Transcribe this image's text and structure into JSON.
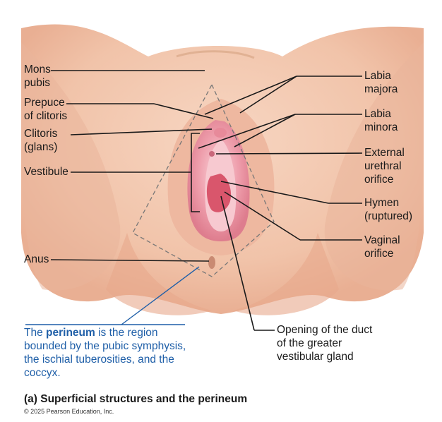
{
  "labels": {
    "mons_pubis": "Mons\npubis",
    "prepuce": "Prepuce\nof clitoris",
    "clitoris": "Clitoris\n(glans)",
    "vestibule": "Vestibule",
    "anus": "Anus",
    "labia_majora": "Labia\nmajora",
    "labia_minora": "Labia\nminora",
    "urethral_orifice": "External\nurethral\norifice",
    "hymen": "Hymen\n(ruptured)",
    "vaginal_orifice": "Vaginal\norifice",
    "duct_opening": "Opening of the duct\nof the greater\nvestibular gland"
  },
  "note": {
    "before": "The ",
    "term": "perineum",
    "after": " is the region bounded by the pubic symphysis, the ischial tuberosities, and the coccyx."
  },
  "caption": "(a) Superficial structures and the perineum",
  "copyright": "© 2025 Pearson Education, Inc.",
  "colors": {
    "skin": "#f3c9b1",
    "skin_dark": "#e8ab8f",
    "mucosa": "#e98d9c",
    "mucosa_light": "#f6c2cb",
    "leader": "#1a1a1a",
    "note_line": "#1f5fa8",
    "perineum_outline": "#777777"
  }
}
